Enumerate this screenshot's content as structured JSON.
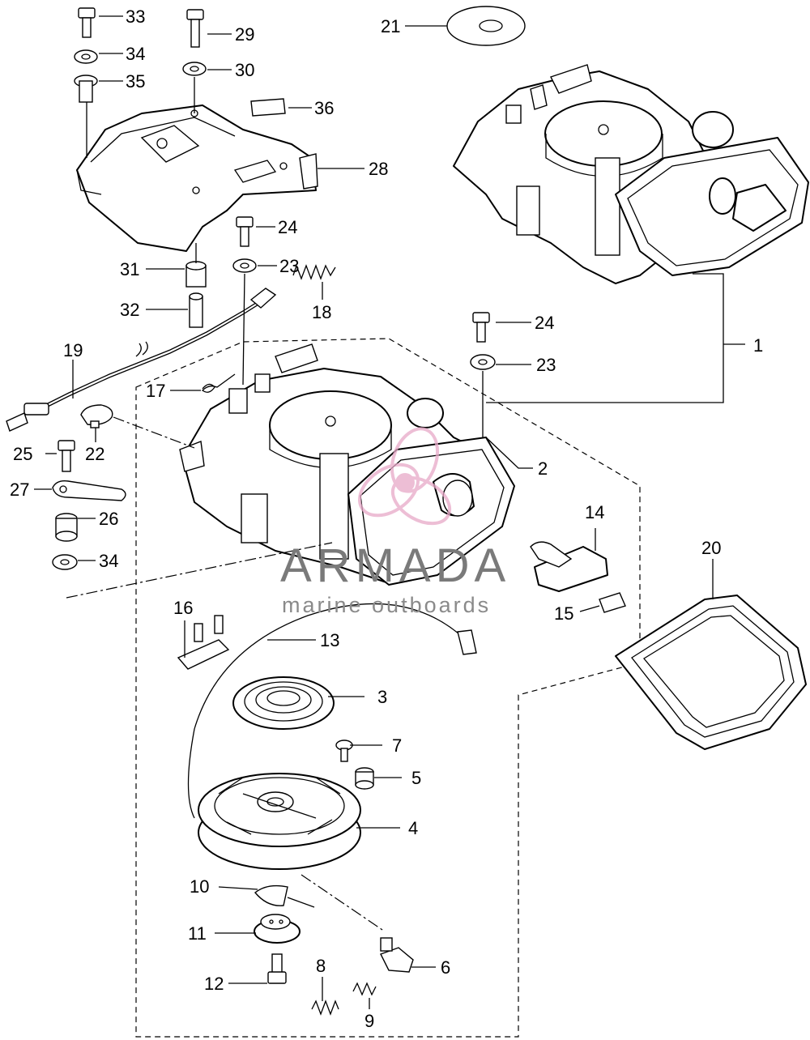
{
  "callouts": [
    "1",
    "2",
    "3",
    "4",
    "5",
    "6",
    "7",
    "8",
    "9",
    "10",
    "11",
    "12",
    "13",
    "14",
    "15",
    "16",
    "17",
    "18",
    "19",
    "20",
    "21",
    "22",
    "23",
    "23",
    "24",
    "24",
    "25",
    "26",
    "27",
    "28",
    "29",
    "30",
    "31",
    "32",
    "33",
    "34",
    "34",
    "35",
    "36"
  ],
  "watermark": {
    "title": "ARMADA",
    "subtitle": "marine outboards"
  },
  "colors": {
    "line": "#000000",
    "watermark_text": "#7a7a7a",
    "watermark_logo": "#e7a9c8"
  }
}
